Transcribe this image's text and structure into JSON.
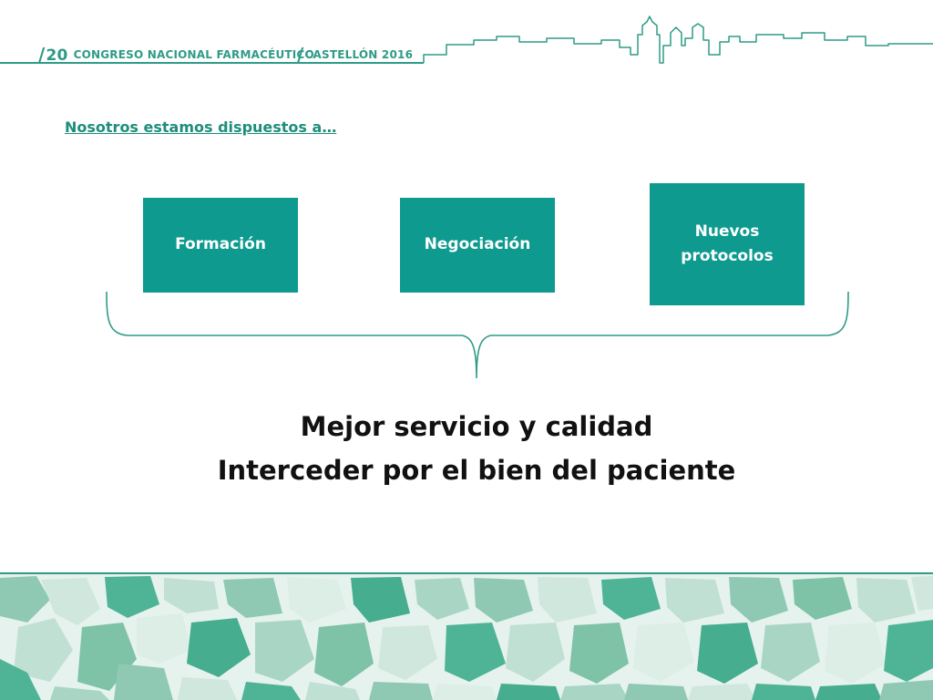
{
  "header": {
    "edition_slash": "/",
    "edition_number": "20",
    "congress_name": "CONGRESO NACIONAL FARMACÉUTICO",
    "location_slash": "/",
    "location": "CASTELLÓN 2016",
    "accent_color": "#2e9b86"
  },
  "slide": {
    "subtitle": "Nosotros estamos dispuestos a…",
    "boxes": [
      {
        "label": "Formación"
      },
      {
        "label": "Negociación"
      },
      {
        "label_line1": "Nuevos",
        "label_line2": "protocolos"
      }
    ],
    "box_color": "#0e9a8f",
    "conclusion_line1": "Mejor servicio y calidad",
    "conclusion_line2": "Interceder por el bien del paciente"
  }
}
